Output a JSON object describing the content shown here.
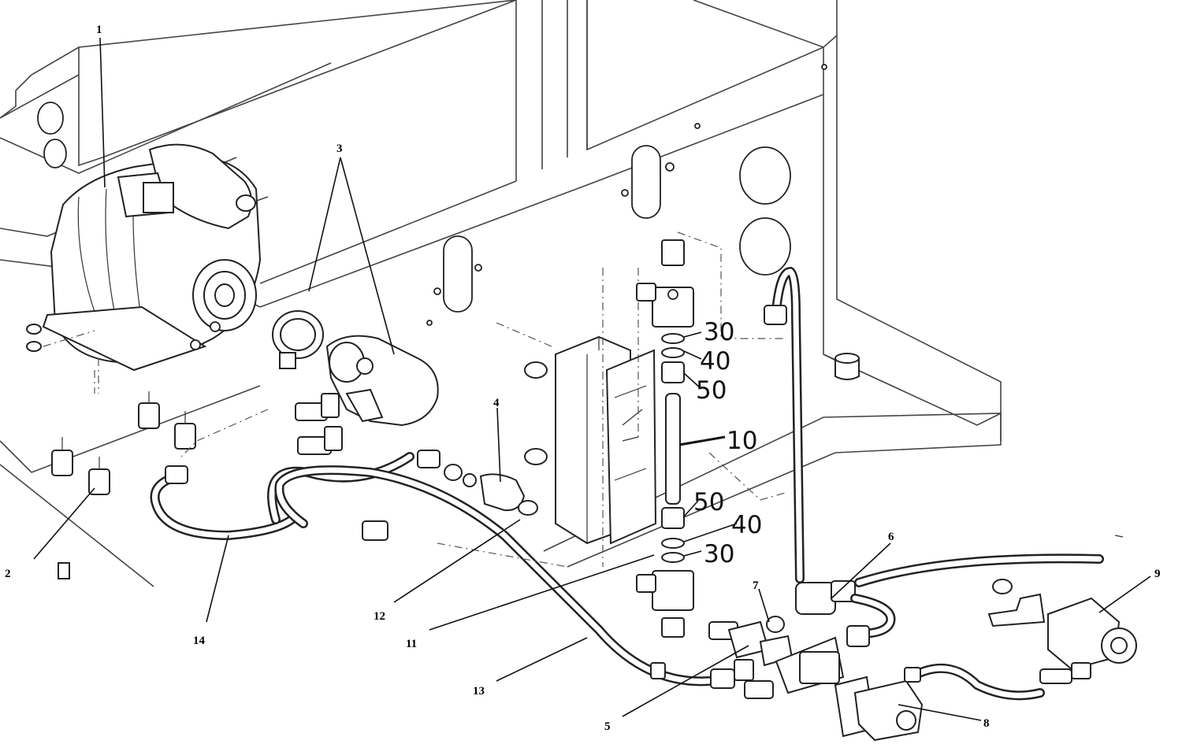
{
  "callouts": {
    "n1": "1",
    "n2": "2",
    "n3": "3",
    "n4": "4",
    "n5": "5",
    "n6": "6",
    "n7": "7",
    "n8": "8",
    "n9": "9",
    "n11": "11",
    "n12": "12",
    "n13": "13",
    "n14": "14"
  },
  "large_labels": {
    "top30": "30",
    "top40": "40",
    "top50": "50",
    "mid10": "10",
    "bot50": "50",
    "bot40": "40",
    "bot30": "30"
  }
}
